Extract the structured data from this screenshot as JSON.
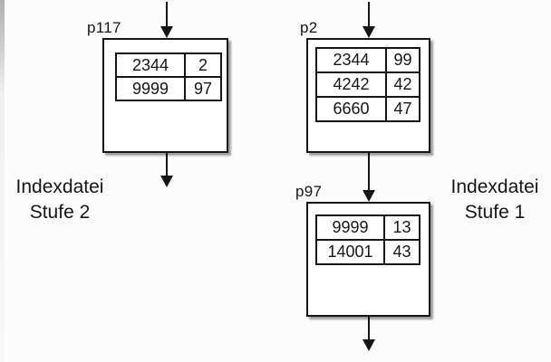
{
  "style": {
    "ink": "#161616",
    "paper": "#fcfcfc",
    "node_fill": "#ffffff",
    "shadow": "rgba(0,0,0,0.38)"
  },
  "nodes": [
    {
      "label": "p117",
      "rows": [
        [
          "2344",
          "2"
        ],
        [
          "9999",
          "97"
        ]
      ]
    },
    {
      "label": "p2",
      "rows": [
        [
          "2344",
          "99"
        ],
        [
          "4242",
          "42"
        ],
        [
          "6660",
          "47"
        ]
      ]
    },
    {
      "label": "p97",
      "rows": [
        [
          "9999",
          "13"
        ],
        [
          "14001",
          "43"
        ]
      ]
    }
  ],
  "captions": [
    {
      "line1": "Indexdatei",
      "line2": "Stufe 2"
    },
    {
      "line1": "Indexdatei",
      "line2": "Stufe 1"
    }
  ]
}
